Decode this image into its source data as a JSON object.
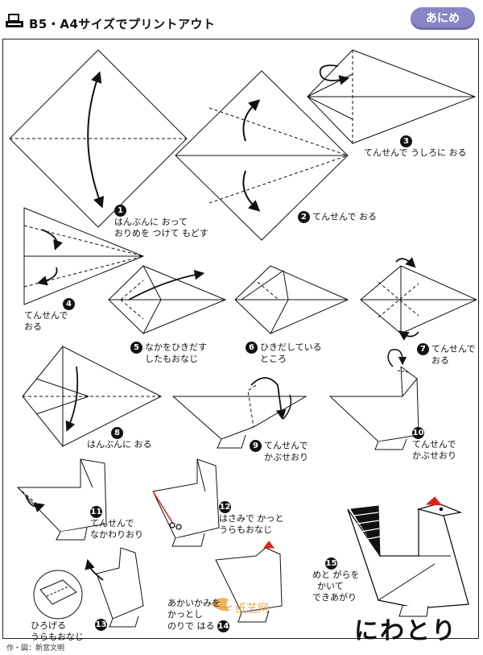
{
  "header": {
    "title": "B5・A4サイズでプリントアウト",
    "badge": "あにめ",
    "print_icon": "printer-icon"
  },
  "steps": [
    {
      "num": "1",
      "line1": "はんぶんに おって",
      "line2": "おりめを つけて もどす"
    },
    {
      "num": "2",
      "line1": "てんせんで おる"
    },
    {
      "num": "3",
      "line1": "てんせんで うしろに おる"
    },
    {
      "num": "4",
      "line1": "てんせんで",
      "line2": "おる"
    },
    {
      "num": "5",
      "line1": "なかをひきだす",
      "line2": "したもおなじ"
    },
    {
      "num": "6",
      "line1": "ひきだしている",
      "line2": "ところ"
    },
    {
      "num": "7",
      "line1": "てんせんで",
      "line2": "おる"
    },
    {
      "num": "8",
      "line1": "はんぶんに おる"
    },
    {
      "num": "9",
      "line1": "てんせんで",
      "line2": "かぶせおり"
    },
    {
      "num": "10",
      "line1": "てんせんで",
      "line2": "かぶせおり"
    },
    {
      "num": "11",
      "line1": "てんせんで",
      "line2": "なかわりおり"
    },
    {
      "num": "12",
      "line1": "はさみで かっと",
      "line2": "うらもおなじ"
    },
    {
      "num": "13",
      "line1": "ひろげる",
      "line2": "うらもおなじ"
    },
    {
      "num": "14",
      "line1": "あかいかみを",
      "line2": "かっとし",
      "line3": "のりで はる"
    },
    {
      "num": "15",
      "line1": "めと がらを",
      "line2": "かいて",
      "line3": "できあがり"
    }
  ],
  "final_title": "にわとり",
  "watermark": "纸艺网",
  "credit": "作・図：新宮文明",
  "colors": {
    "badge": "#8a86c6",
    "accent_red": "#e0201c",
    "ink": "#111111"
  }
}
